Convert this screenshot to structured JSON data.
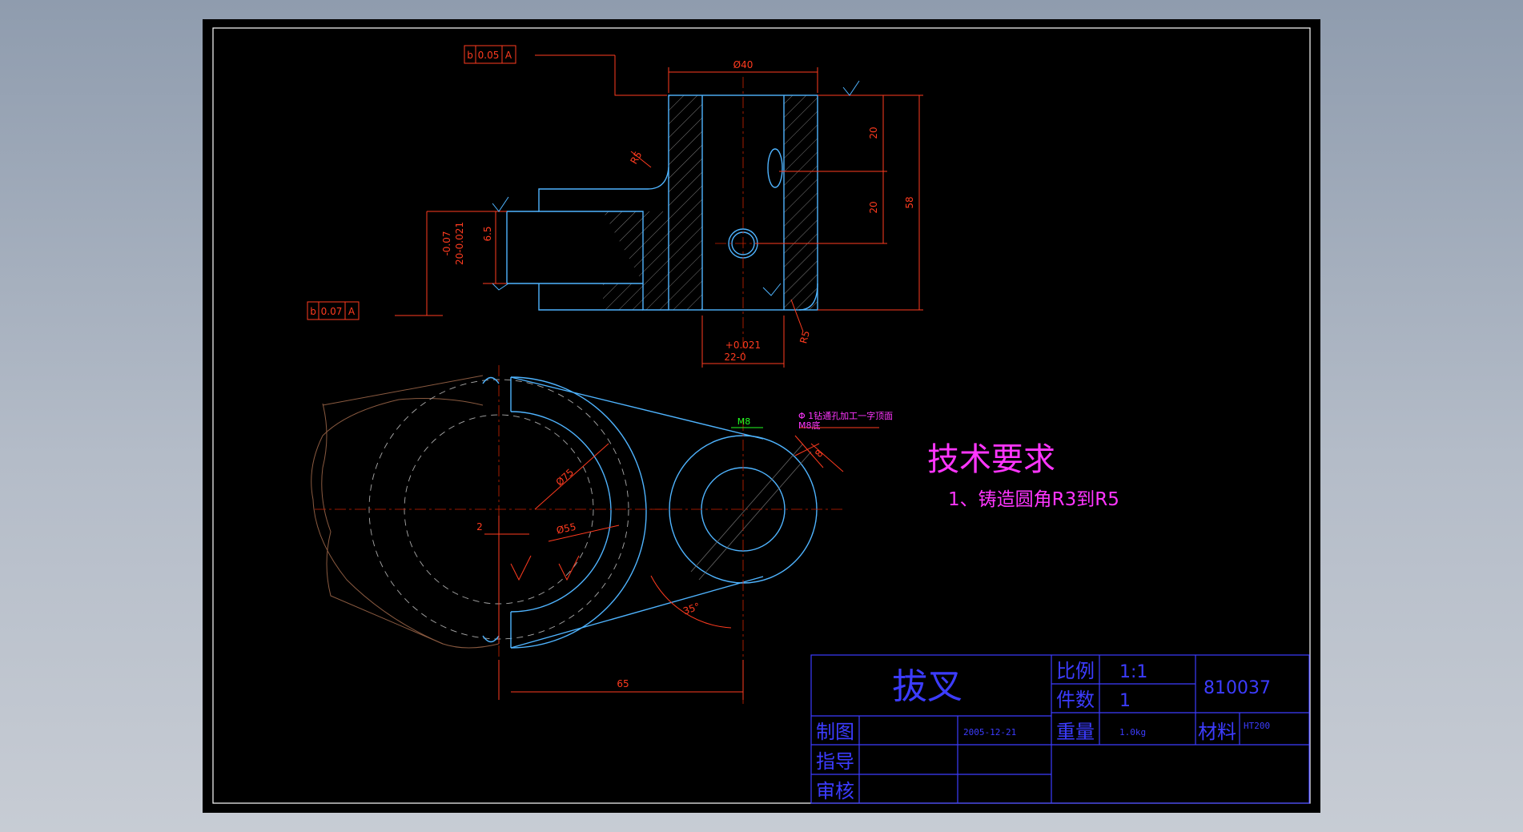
{
  "colors": {
    "background": "#000000",
    "outline": "#4fb4ff",
    "dimension": "#ff3b1f",
    "hatch": "#8a8a8a",
    "tech": "#ff36ff",
    "green": "#22ff22",
    "frame": "#ffffff",
    "titleblock": "#3c3cff"
  },
  "tolerance_frames": {
    "top": {
      "symbol": "b",
      "value": "0.05",
      "datum": "A"
    },
    "left": {
      "symbol": "b",
      "value": "0.07",
      "datum": "A"
    }
  },
  "dimensions": {
    "top_diameter": "Ø40",
    "dim_20a": "20",
    "dim_20b": "20",
    "dim_58": "58",
    "r5_top": "R5",
    "r5_bottom": "R5",
    "dim_6_5": "6.5",
    "tol_left_upper": "-0.07",
    "tol_left_lower": "20-0.021",
    "bore_upper": "+0.021",
    "bore_lower": "22-0",
    "d75": "Ø75",
    "d55": "Ø55",
    "dim_2": "2",
    "dim_8": "8",
    "m8": "M8",
    "angle_35": "35°",
    "dim_65": "65",
    "note_line1": "Φ 1钻通孔加工一字顶面",
    "note_line2": "M8底"
  },
  "tech_requirements": {
    "title": "技术要求",
    "item1": "1、铸造圆角R3到R5"
  },
  "title_block": {
    "part_name": "拔叉",
    "scale_label": "比例",
    "scale_value": "1:1",
    "qty_label": "件数",
    "qty_value": "1",
    "drawing_no": "810037",
    "weight_label": "重量",
    "weight_value": "1.0kg",
    "material_label": "材料",
    "material_value": "HT200",
    "drawn_label": "制图",
    "date": "2005-12-21",
    "guide_label": "指导",
    "review_label": "审核"
  }
}
